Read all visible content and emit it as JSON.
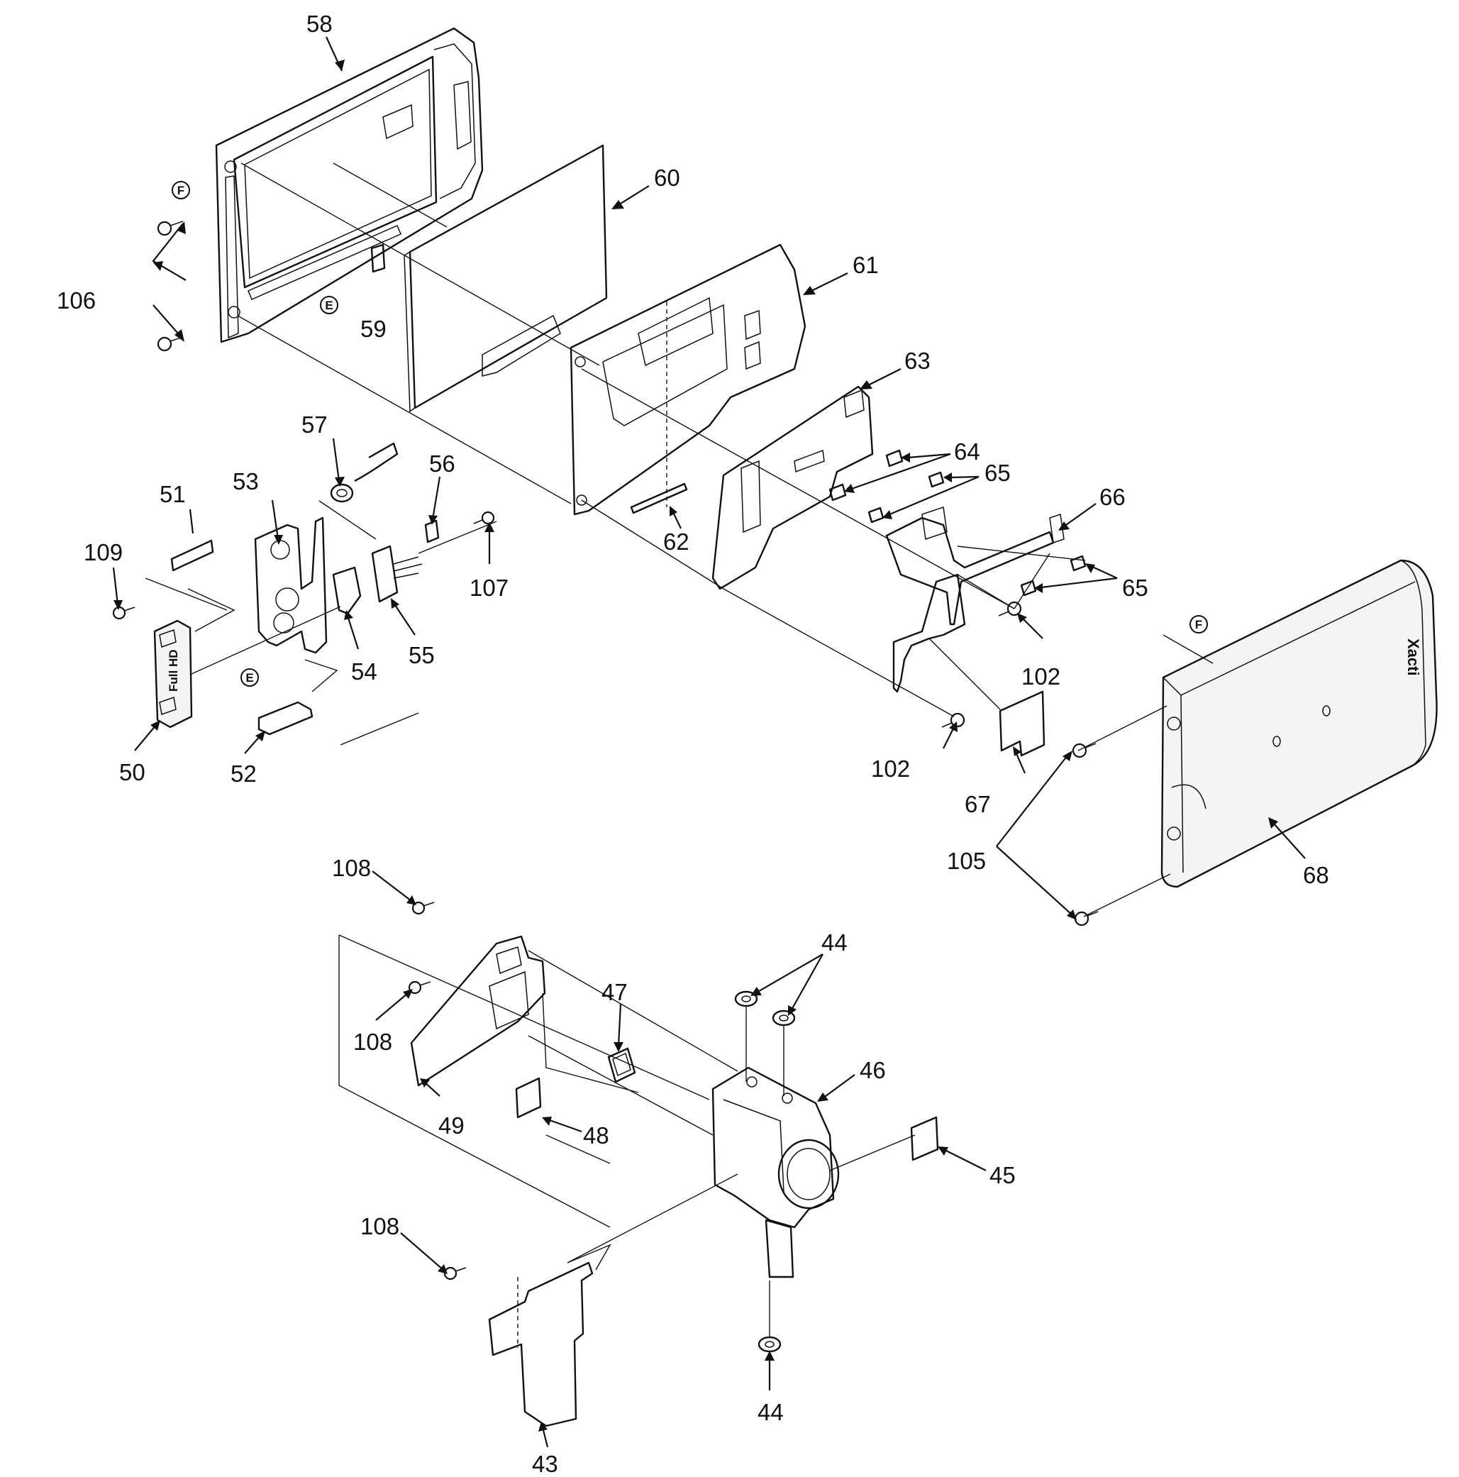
{
  "callouts": [
    {
      "id": "58",
      "text": "58"
    },
    {
      "id": "60",
      "text": "60"
    },
    {
      "id": "61",
      "text": "61"
    },
    {
      "id": "59",
      "text": "59"
    },
    {
      "id": "106",
      "text": "106"
    },
    {
      "id": "63",
      "text": "63"
    },
    {
      "id": "64",
      "text": "64"
    },
    {
      "id": "65a",
      "text": "65"
    },
    {
      "id": "66",
      "text": "66"
    },
    {
      "id": "65b",
      "text": "65"
    },
    {
      "id": "57",
      "text": "57"
    },
    {
      "id": "56",
      "text": "56"
    },
    {
      "id": "51",
      "text": "51"
    },
    {
      "id": "53",
      "text": "53"
    },
    {
      "id": "109",
      "text": "109"
    },
    {
      "id": "107",
      "text": "107"
    },
    {
      "id": "62",
      "text": "62"
    },
    {
      "id": "54",
      "text": "54"
    },
    {
      "id": "55",
      "text": "55"
    },
    {
      "id": "102a",
      "text": "102"
    },
    {
      "id": "102b",
      "text": "102"
    },
    {
      "id": "50",
      "text": "50"
    },
    {
      "id": "52",
      "text": "52"
    },
    {
      "id": "67",
      "text": "67"
    },
    {
      "id": "105",
      "text": "105"
    },
    {
      "id": "68",
      "text": "68"
    },
    {
      "id": "108a",
      "text": "108"
    },
    {
      "id": "44a",
      "text": "44"
    },
    {
      "id": "47",
      "text": "47"
    },
    {
      "id": "46",
      "text": "46"
    },
    {
      "id": "108b",
      "text": "108"
    },
    {
      "id": "49",
      "text": "49"
    },
    {
      "id": "48",
      "text": "48"
    },
    {
      "id": "45",
      "text": "45"
    },
    {
      "id": "108c",
      "text": "108"
    },
    {
      "id": "44b",
      "text": "44"
    },
    {
      "id": "43",
      "text": "43"
    }
  ],
  "reference_marks": [
    {
      "id": "F1",
      "text": "F"
    },
    {
      "id": "E1",
      "text": "E"
    },
    {
      "id": "E2",
      "text": "E"
    },
    {
      "id": "F2",
      "text": "F"
    }
  ],
  "brand_text": "Xacti",
  "badge_text": "Full HD"
}
